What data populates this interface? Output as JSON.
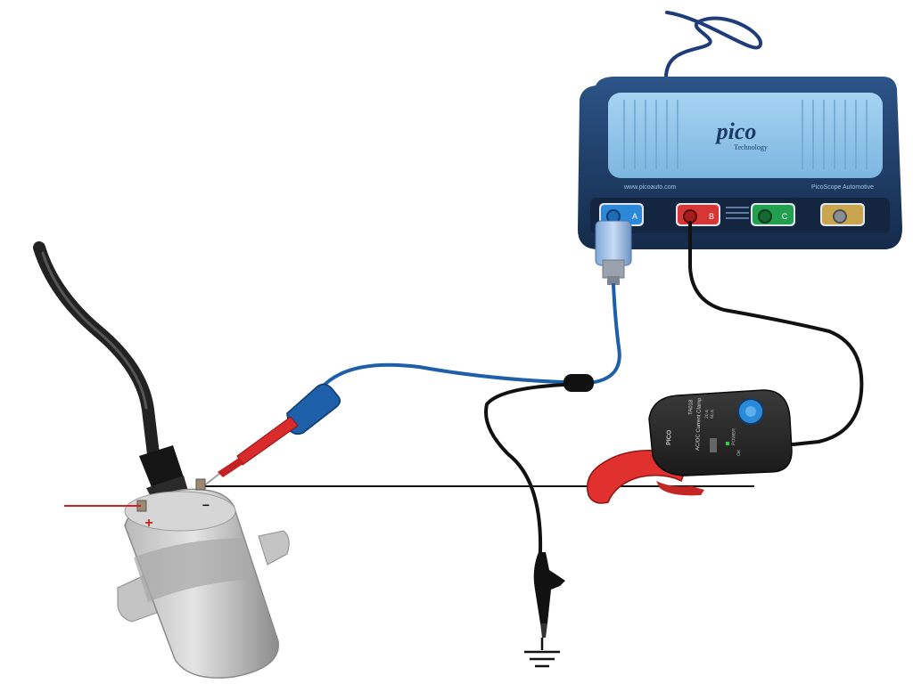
{
  "scope": {
    "brand": "pico",
    "brand_sub": "Technology",
    "website": "www.picoauto.com",
    "model": "PicoScope Automotive",
    "channels": [
      {
        "label": "A",
        "color": "#1a7fd4"
      },
      {
        "label": "B",
        "color": "#d42a2a"
      },
      {
        "label": "C",
        "color": "#1f9a4a"
      },
      {
        "label": "",
        "color": "#c9a24a"
      }
    ]
  },
  "coil": {
    "positive_symbol": "+",
    "negative_symbol": "−"
  },
  "clamp": {
    "model_code": "TA018",
    "title": "AC/DC Current Clamp",
    "range_1": "20 A",
    "range_2": "60 A",
    "power_label": "POWER",
    "ok_label": "OK",
    "brand": "PICO"
  },
  "colors": {
    "probe_blue": "#1d5fa8",
    "probe_red": "#d92b2b",
    "wire_black": "#111111",
    "scope_body": "#1e3c66",
    "scope_top": "#8ec4ea"
  }
}
